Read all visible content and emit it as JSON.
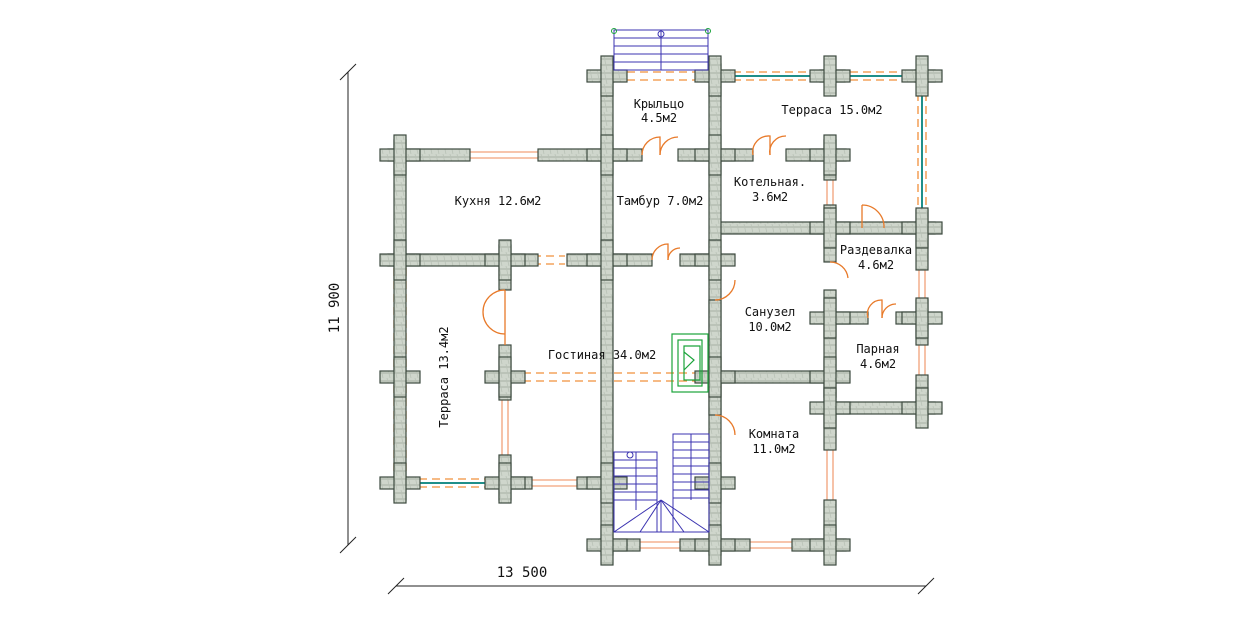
{
  "dimensions": {
    "height": "11 900",
    "width": "13 500"
  },
  "rooms": {
    "porch": {
      "name": "Крыльцо",
      "area": "4.5м2"
    },
    "terrace_top": {
      "label": "Терраса 15.0м2"
    },
    "kitchen": {
      "label": "Кухня 12.6м2"
    },
    "vestibule": {
      "label": "Тамбур 7.0м2"
    },
    "boiler": {
      "name": "Котельная.",
      "area": "3.6м2"
    },
    "changing": {
      "name": "Раздевалка",
      "area": "4.6м2"
    },
    "bathroom": {
      "name": "Санузел",
      "area": "10.0м2"
    },
    "living": {
      "label": "Гостиная 34.0м2"
    },
    "steam": {
      "name": "Парная",
      "area": "4.6м2"
    },
    "terrace_left": {
      "label": "Терраса 13.4м2"
    },
    "room": {
      "name": "Комната",
      "area": "11.0м2"
    }
  },
  "colors": {
    "wall": "#c9d0c6",
    "wall_outline": "#3d4a3f",
    "dashed": "#f0903c",
    "door": "#e87a2a",
    "window": "#f2a27a",
    "glazing": "#1f8f8a",
    "stairs": "#3b33b0",
    "stove": "#1aa33a",
    "dimension": "#222222"
  }
}
